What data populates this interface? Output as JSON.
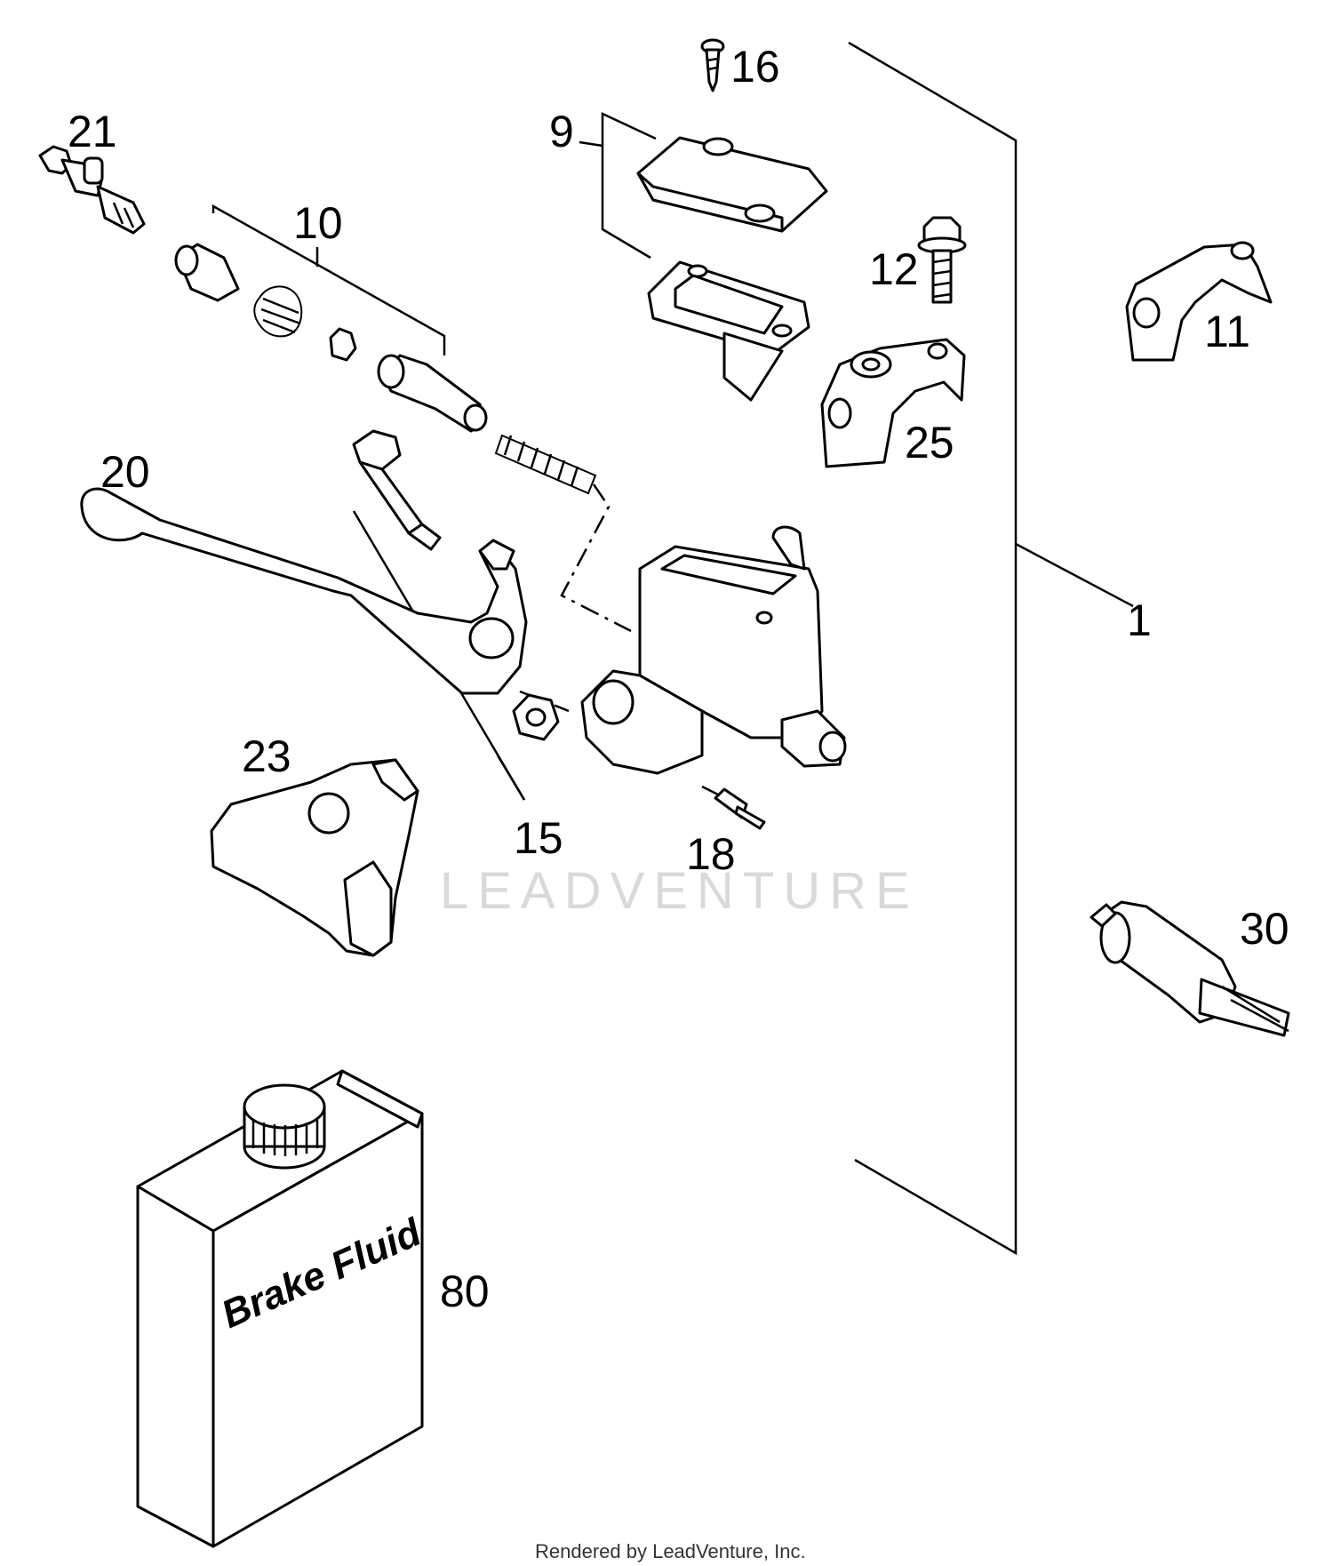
{
  "labels": {
    "p1": "1",
    "p9": "9",
    "p10": "10",
    "p11": "11",
    "p12": "12",
    "p15": "15",
    "p16": "16",
    "p18": "18",
    "p20": "20",
    "p21": "21",
    "p23": "23",
    "p25": "25",
    "p30": "30",
    "p80": "80"
  },
  "bottle_text": "Brake Fluid",
  "watermark": "LEADVENTURE",
  "footer": "Rendered by LeadVenture, Inc."
}
